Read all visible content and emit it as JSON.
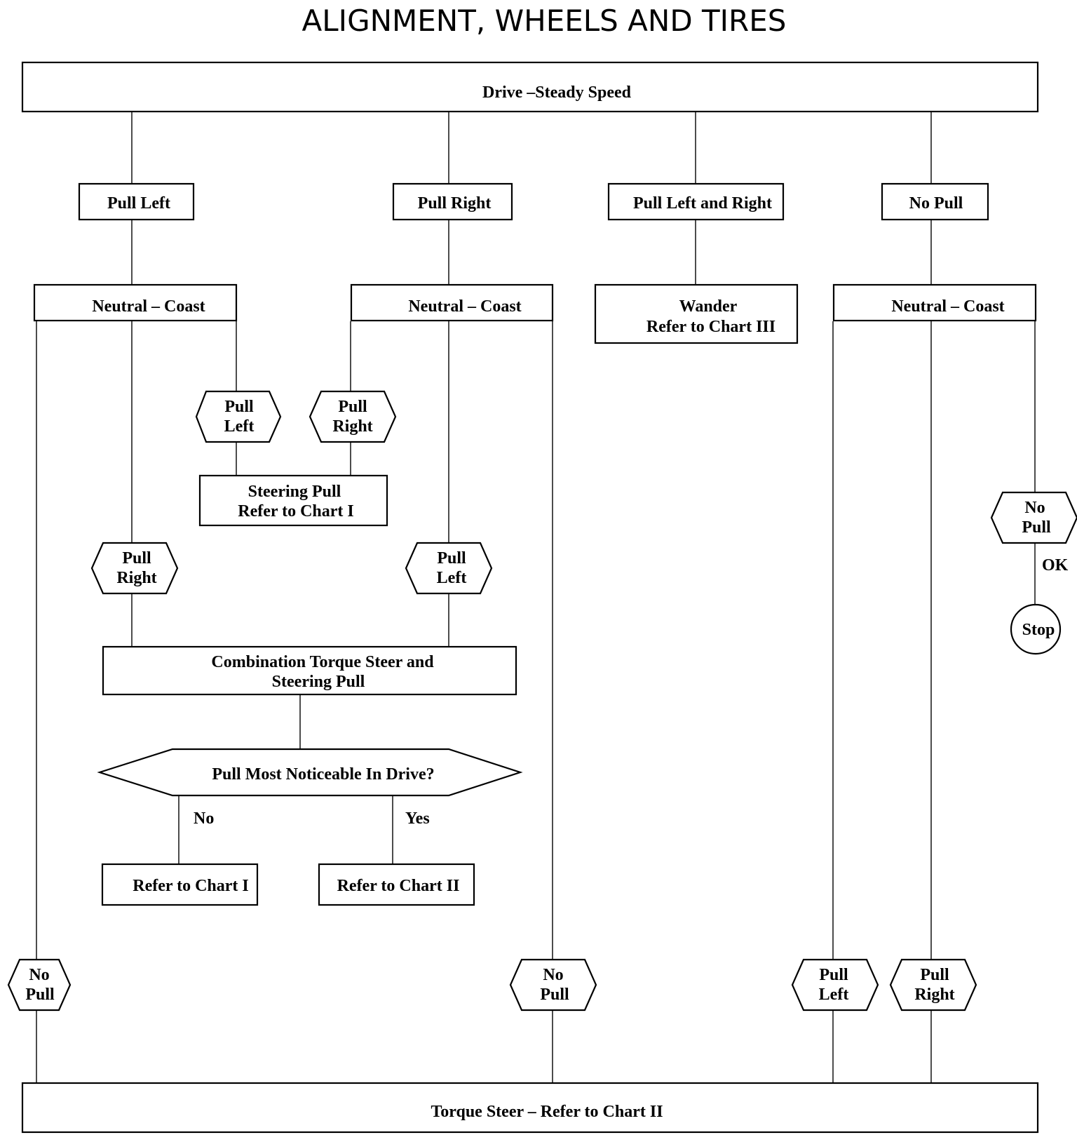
{
  "title": "ALIGNMENT, WHEELS AND TIRES",
  "nodes": {
    "drive_steady": "Drive –Steady Speed",
    "pull_left": "Pull Left",
    "pull_right": "Pull Right",
    "pull_left_right": "Pull Left and Right",
    "no_pull": "No Pull",
    "neutral_coast_1": "Neutral – Coast",
    "neutral_coast_2": "Neutral – Coast",
    "wander": [
      "Wander",
      "Refer to Chart III"
    ],
    "neutral_coast_3": "Neutral – Coast",
    "hex_pull_left_a": [
      "Pull",
      "Left"
    ],
    "hex_pull_right_a": [
      "Pull",
      "Right"
    ],
    "steering_pull": [
      "Steering Pull",
      "Refer to Chart I"
    ],
    "hex_no_pull_ok": [
      "No",
      "Pull"
    ],
    "ok_label": "OK",
    "stop": "Stop",
    "hex_pull_right_b": [
      "Pull",
      "Right"
    ],
    "hex_pull_left_b": [
      "Pull",
      "Left"
    ],
    "combination": [
      "Combination Torque Steer and",
      "Steering Pull"
    ],
    "decision": "Pull Most Noticeable In Drive?",
    "no_label": "No",
    "yes_label": "Yes",
    "refer_chart_1": "Refer to Chart I",
    "refer_chart_2": "Refer to Chart II",
    "hex_no_pull_left": [
      "No",
      "Pull"
    ],
    "hex_no_pull_mid": [
      "No",
      "Pull"
    ],
    "hex_pull_left_c": [
      "Pull",
      "Left"
    ],
    "hex_pull_right_c": [
      "Pull",
      "Right"
    ],
    "torque_steer": "Torque Steer – Refer to Chart II"
  }
}
